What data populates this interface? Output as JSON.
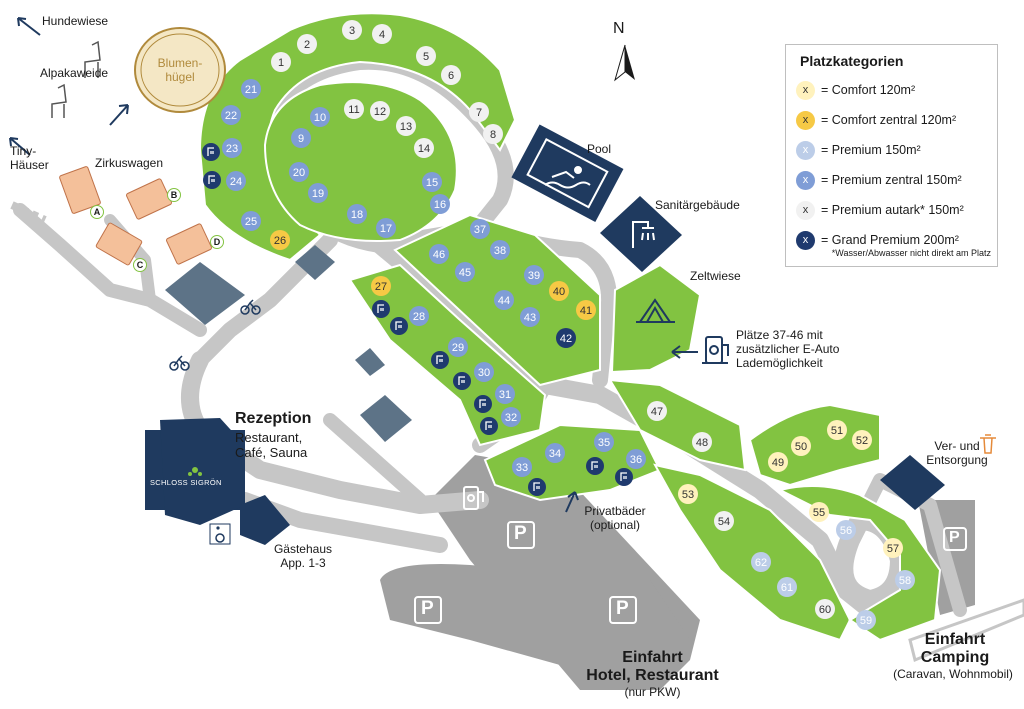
{
  "compass": "N",
  "colors": {
    "plot_green": "#82c341",
    "road_gray": "#c6c6c6",
    "parking_gray": "#a0a0a0",
    "building_gray": "#5d7387",
    "navy": "#1f3a5f",
    "comfort": "#fff2bd",
    "comfort_central": "#f6c945",
    "premium": "#bccde8",
    "premium_central": "#7f9dd6",
    "premium_autark": "#f1f1f1",
    "grand_premium": "#1f3a6e",
    "orange_cabin": "#f4c09a"
  },
  "labels": {
    "hundewiese": "Hundewiese",
    "alpakaweide": "Alpakaweide",
    "blumenhuegel_1": "Blumen-",
    "blumenhuegel_2": "hügel",
    "tiny_1": "Tiny-",
    "tiny_2": "Häuser",
    "zirkuswagen": "Zirkuswagen",
    "pool": "Pool",
    "sanitaer": "Sanitärgebäude",
    "zeltwiese": "Zeltwiese",
    "eauto_1": "Plätze 37-46 mit",
    "eauto_2": "zusätzlicher E-Auto",
    "eauto_3": "Lademöglichkeit",
    "rezeption": "Rezeption",
    "restaurant_1": "Restaurant,",
    "restaurant_2": "Café, Sauna",
    "schloss": "SCHLOSS SIGRÖN",
    "gaestehaus_1": "Gästehaus",
    "gaestehaus_2": "App. 1-3",
    "privatbaeder_1": "Privatbäder",
    "privatbaeder_2": "(optional)",
    "verentsorgung_1": "Ver- und",
    "verentsorgung_2": "Entsorgung",
    "einfahrt_hotel_1": "Einfahrt",
    "einfahrt_hotel_2": "Hotel, Restaurant",
    "einfahrt_hotel_3": "(nur PKW)",
    "einfahrt_camping_1": "Einfahrt",
    "einfahrt_camping_2": "Camping",
    "einfahrt_camping_3": "(Caravan, Wohnmobil)",
    "parking": "P"
  },
  "cabins": [
    "A",
    "B",
    "C",
    "D"
  ],
  "legend": {
    "title": "Platzkategorien",
    "marker": "x",
    "items": [
      {
        "text": "= Comfort 120m²",
        "color": "#fff2bd",
        "text_color": "#333333"
      },
      {
        "text": "= Comfort zentral 120m²",
        "color": "#f6c945",
        "text_color": "#333333"
      },
      {
        "text": "= Premium 150m²",
        "color": "#bccde8",
        "text_color": "#ffffff"
      },
      {
        "text": "= Premium zentral 150m²",
        "color": "#7f9dd6",
        "text_color": "#ffffff"
      },
      {
        "text": "= Premium autark* 150m²",
        "color": "#f1f1f1",
        "text_color": "#333333"
      },
      {
        "text": "= Grand Premium 200m²",
        "color": "#1f3a6e",
        "text_color": "#ffffff"
      }
    ],
    "note": "*Wasser/Abwasser nicht direkt am Platz"
  },
  "pitches": [
    {
      "n": "1",
      "cat": "autark"
    },
    {
      "n": "2",
      "cat": "autark"
    },
    {
      "n": "3",
      "cat": "autark"
    },
    {
      "n": "4",
      "cat": "autark"
    },
    {
      "n": "5",
      "cat": "autark"
    },
    {
      "n": "6",
      "cat": "autark"
    },
    {
      "n": "7",
      "cat": "autark"
    },
    {
      "n": "8",
      "cat": "autark"
    },
    {
      "n": "9",
      "cat": "premium_central"
    },
    {
      "n": "10",
      "cat": "premium_central"
    },
    {
      "n": "11",
      "cat": "autark"
    },
    {
      "n": "12",
      "cat": "autark"
    },
    {
      "n": "13",
      "cat": "autark"
    },
    {
      "n": "14",
      "cat": "autark"
    },
    {
      "n": "15",
      "cat": "premium_central"
    },
    {
      "n": "16",
      "cat": "premium_central"
    },
    {
      "n": "17",
      "cat": "premium_central"
    },
    {
      "n": "18",
      "cat": "premium_central"
    },
    {
      "n": "19",
      "cat": "premium_central"
    },
    {
      "n": "20",
      "cat": "premium_central"
    },
    {
      "n": "21",
      "cat": "premium_central"
    },
    {
      "n": "22",
      "cat": "premium_central"
    },
    {
      "n": "23",
      "cat": "premium_central"
    },
    {
      "n": "24",
      "cat": "premium_central"
    },
    {
      "n": "25",
      "cat": "premium_central"
    },
    {
      "n": "26",
      "cat": "comfort_central"
    },
    {
      "n": "27",
      "cat": "comfort_central"
    },
    {
      "n": "28",
      "cat": "premium_central"
    },
    {
      "n": "29",
      "cat": "premium_central"
    },
    {
      "n": "30",
      "cat": "premium_central"
    },
    {
      "n": "31",
      "cat": "premium_central"
    },
    {
      "n": "32",
      "cat": "premium_central"
    },
    {
      "n": "33",
      "cat": "premium_central"
    },
    {
      "n": "34",
      "cat": "premium_central"
    },
    {
      "n": "35",
      "cat": "premium_central"
    },
    {
      "n": "36",
      "cat": "premium_central"
    },
    {
      "n": "37",
      "cat": "premium_central"
    },
    {
      "n": "38",
      "cat": "premium_central"
    },
    {
      "n": "39",
      "cat": "premium_central"
    },
    {
      "n": "40",
      "cat": "comfort_central"
    },
    {
      "n": "41",
      "cat": "comfort_central"
    },
    {
      "n": "42",
      "cat": "grand"
    },
    {
      "n": "43",
      "cat": "premium_central"
    },
    {
      "n": "44",
      "cat": "premium_central"
    },
    {
      "n": "45",
      "cat": "premium_central"
    },
    {
      "n": "46",
      "cat": "premium_central"
    },
    {
      "n": "47",
      "cat": "autark"
    },
    {
      "n": "48",
      "cat": "autark"
    },
    {
      "n": "49",
      "cat": "comfort"
    },
    {
      "n": "50",
      "cat": "comfort"
    },
    {
      "n": "51",
      "cat": "comfort"
    },
    {
      "n": "52",
      "cat": "comfort"
    },
    {
      "n": "53",
      "cat": "comfort"
    },
    {
      "n": "54",
      "cat": "autark"
    },
    {
      "n": "55",
      "cat": "comfort"
    },
    {
      "n": "56",
      "cat": "premium"
    },
    {
      "n": "57",
      "cat": "comfort"
    },
    {
      "n": "58",
      "cat": "premium"
    },
    {
      "n": "59",
      "cat": "premium"
    },
    {
      "n": "60",
      "cat": "autark"
    },
    {
      "n": "61",
      "cat": "premium"
    },
    {
      "n": "62",
      "cat": "premium"
    }
  ]
}
